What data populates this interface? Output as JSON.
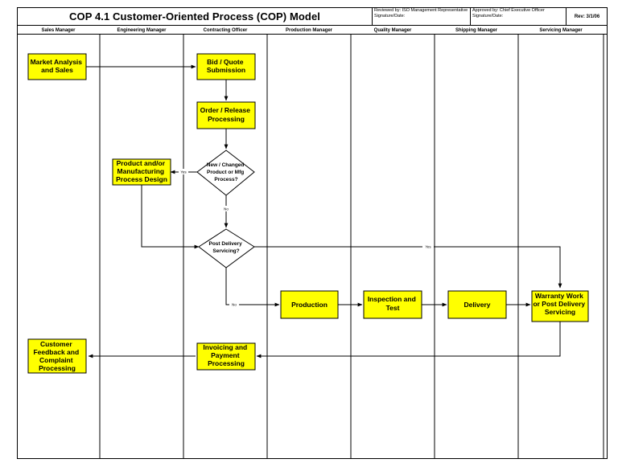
{
  "header": {
    "title": "COP 4.1  Customer-Oriented Process (COP) Model",
    "reviewed_line1": "Reviewed by:  ISO Management Representative",
    "reviewed_line2": "Signature/Date:",
    "approved_line1": "Approved by:  Chief Executive Officer",
    "approved_line2": "Signature/Date:",
    "rev": "Rev:  3/1/06"
  },
  "lanes": [
    "Sales Manager",
    "Engineering Manager",
    "Contracting Officer",
    "Production Manager",
    "Quality Manager",
    "Shipping Manager",
    "Servicing Manager"
  ],
  "boxes": {
    "market": [
      "Market Analysis",
      "and Sales"
    ],
    "bid": [
      "Bid / Quote",
      "Submission"
    ],
    "order": [
      "Order / Release",
      "Processing"
    ],
    "design": [
      "Product and/or",
      "Manufacturing",
      "Process Design"
    ],
    "production": [
      "Production"
    ],
    "inspection": [
      "Inspection and",
      "Test"
    ],
    "delivery": [
      "Delivery"
    ],
    "warranty": [
      "Warranty Work",
      "or Post Delivery",
      "Servicing"
    ],
    "invoicing": [
      "Invoicing and",
      "Payment",
      "Processing"
    ],
    "feedback": [
      "Customer",
      "Feedback and",
      "Complaint",
      "Processing"
    ]
  },
  "decisions": {
    "new_changed": [
      "New / Changed",
      "Product or Mfg",
      "Process?"
    ],
    "post_delivery": [
      "Post Delivery",
      "Servicing?"
    ]
  },
  "edge_labels": {
    "yes1": "Yes",
    "no1": "No",
    "yes2": "Yes",
    "no2": "No"
  },
  "colors": {
    "box_fill": "#ffff00",
    "line": "#000000"
  }
}
